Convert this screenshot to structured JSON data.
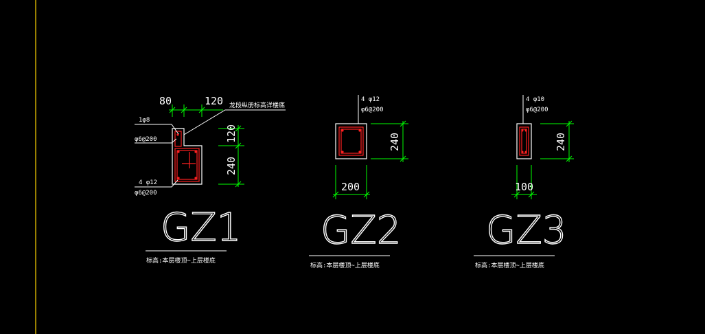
{
  "colors": {
    "background": "#000000",
    "linework": "#ffffff",
    "dimension": "#00ff00",
    "rebar": "#ff2020",
    "axis": "#ffd400"
  },
  "columns": [
    {
      "id": "gz1",
      "title": "GZ1",
      "dims": {
        "top_left": "80",
        "top_right": "120",
        "side_upper": "120",
        "side_lower": "240"
      },
      "notes": {
        "top_right": "龙段纵册标高详楼底",
        "stub_bar": "1φ8",
        "stub_stirrup": "φ6@200",
        "main_bars": "4 φ12",
        "main_stirrup": "φ6@200"
      },
      "footnote": "标高:本层楼顶~上层楼底"
    },
    {
      "id": "gz2",
      "title": "GZ2",
      "dims": {
        "width": "200",
        "height": "240"
      },
      "notes": {
        "main_bars": "4 φ12",
        "main_stirrup": "φ6@200"
      },
      "footnote": "标高:本层楼顶~上层楼底"
    },
    {
      "id": "gz3",
      "title": "GZ3",
      "dims": {
        "width": "100",
        "height": "240"
      },
      "notes": {
        "main_bars": "4 φ10",
        "main_stirrup": "φ6@200"
      },
      "footnote": "标高:本层楼顶~上层楼底"
    }
  ]
}
